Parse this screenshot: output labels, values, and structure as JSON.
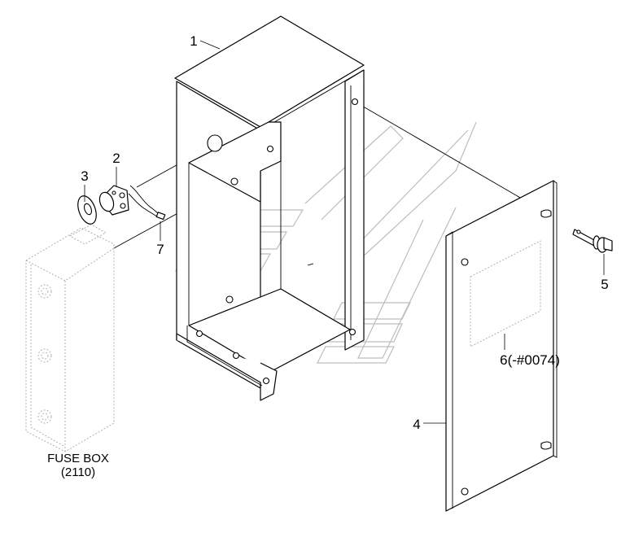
{
  "callouts": {
    "c1": "1",
    "c2": "2",
    "c3": "3",
    "c4": "4",
    "c5": "5",
    "c6": "6(-#0074)",
    "c7": "7"
  },
  "fuse_box": {
    "label": "FUSE BOX",
    "ref": "(2110)"
  }
}
